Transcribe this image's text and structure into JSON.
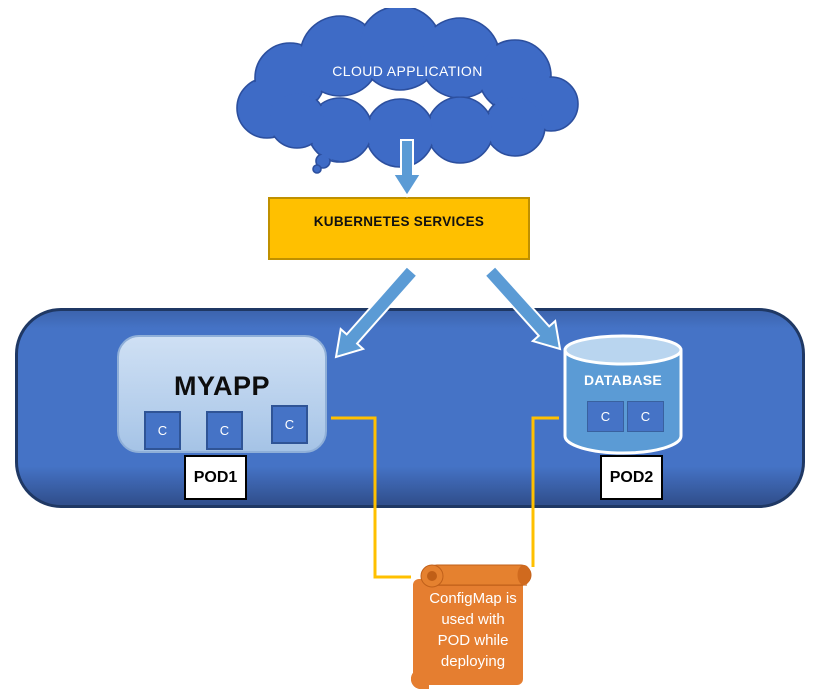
{
  "diagram": {
    "cloud": {
      "label": "CLOUD APPLICATION"
    },
    "kubernetes": {
      "label": "KUBERNETES SERVICES"
    },
    "cluster": {
      "pod1": {
        "app_label": "MYAPP",
        "containers": [
          "C",
          "C",
          "C"
        ],
        "tag": "POD1"
      },
      "pod2": {
        "app_label": "DATABASE",
        "containers": [
          "C",
          "C"
        ],
        "tag": "POD2"
      }
    },
    "configmap": {
      "lines": [
        "ConfigMap is",
        "used with",
        "POD while",
        "deploying"
      ]
    },
    "colors": {
      "cloud_fill": "#3E6BC6",
      "cloud_stroke": "#2C4F9E",
      "cluster_fill": "#4573C6",
      "cluster_border": "#1F3864",
      "pod_fill": "#BDD7EE",
      "container_box_fill": "#4573C6",
      "kubernetes_fill": "#FFC000",
      "kubernetes_border": "#BF9000",
      "database_body": "#5B9BD5",
      "database_top": "#B9D5EF",
      "configmap_fill": "#E57E30",
      "configmap_dark": "#C05F17",
      "block_arrow_fill": "#5B9BD5",
      "connector_stroke": "#FFC000"
    }
  }
}
